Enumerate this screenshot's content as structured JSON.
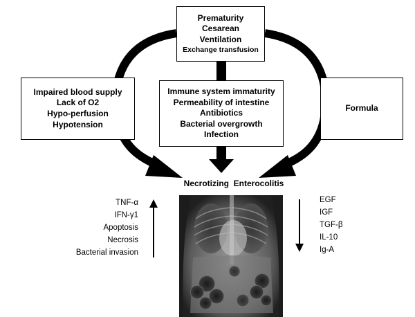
{
  "top_box": {
    "lines": [
      "Prematurity",
      "Cesarean",
      "Ventilation",
      "Exchange transfusion"
    ]
  },
  "left_box": {
    "lines": [
      "Impaired blood supply",
      "Lack of O2",
      "Hypo-perfusion",
      "Hypotension"
    ]
  },
  "center_box": {
    "lines": [
      "Immune system immaturity",
      "Permeability of intestine",
      "Antibiotics",
      "Bacterial overgrowth",
      "Infection"
    ]
  },
  "right_box": {
    "lines": [
      "Formula"
    ]
  },
  "outcome": {
    "title": "Necrotizing  Enterocolitis"
  },
  "increased_factors": [
    "TNF-α",
    "IFN-γ1",
    "Apoptosis",
    "Necrosis",
    "Bacterial invasion"
  ],
  "decreased_factors": [
    "EGF",
    "IGF",
    "TGF-β",
    "IL-10",
    "Ig-A"
  ],
  "icons": {
    "up_arrow": "arrow-up-icon",
    "down_arrow": "arrow-down-icon",
    "xray": "abdominal-xray-image"
  }
}
